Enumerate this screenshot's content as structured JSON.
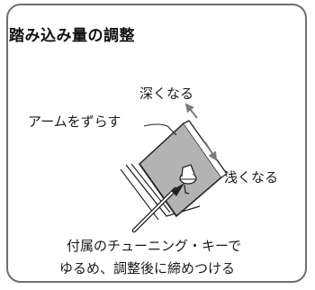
{
  "header": {
    "title": "踏み込み量の調整"
  },
  "labels": {
    "deeper": "深くなる",
    "arm": "アームをずらす",
    "shallower": "浅くなる",
    "instruction_line1": "付属のチューニング・キーで",
    "instruction_line2": "ゆるめ、調整後に締めつける"
  },
  "colors": {
    "frame": "#6f6f6f",
    "plate_fill": "#b3b3b3",
    "arrow": "#7a7a7a",
    "outline": "#222222"
  }
}
